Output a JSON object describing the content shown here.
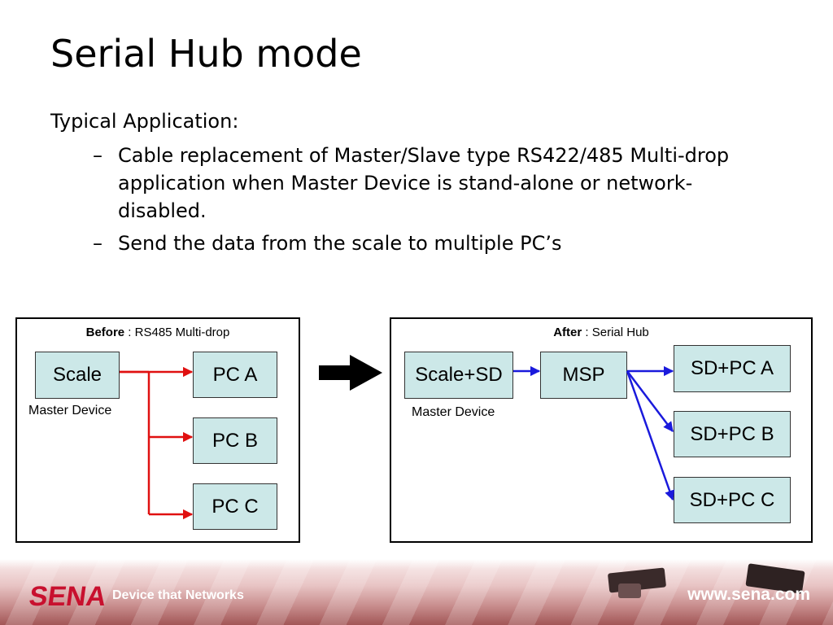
{
  "slide": {
    "title": "Serial Hub mode",
    "intro": "Typical Application:",
    "bullets": [
      "Cable replacement of Master/Slave type RS422/485 Multi-drop application when Master Device is stand-alone or network-disabled.",
      "Send the data from the scale to multiple PC’s"
    ],
    "bullet_marker": "–"
  },
  "before": {
    "caption_bold": "Before",
    "caption_rest": " : RS485 Multi-drop",
    "master": "Scale",
    "master_note": "Master Device",
    "slaves": [
      "PC A",
      "PC B",
      "PC C"
    ]
  },
  "after": {
    "caption_bold": "After",
    "caption_rest": " : Serial Hub",
    "master": "Scale+SD",
    "master_note": "Master Device",
    "hub": "MSP",
    "slaves": [
      "SD+PC A",
      "SD+PC B",
      "SD+PC C"
    ]
  },
  "colors": {
    "node_fill": "#cce8e8",
    "before_wire": "#e01010",
    "after_wire": "#1a1adc",
    "brand": "#c8102e"
  },
  "footer": {
    "brand": "SENA",
    "tagline": "Device that Networks",
    "url": "www.sena.com"
  }
}
